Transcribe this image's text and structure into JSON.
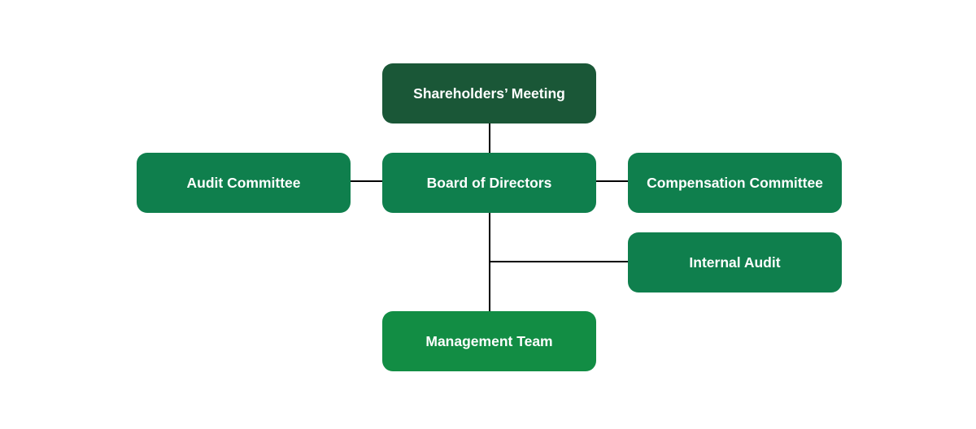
{
  "colors": {
    "top_level": "#1a5737",
    "committee": "#0f7f4d",
    "management": "#128d44",
    "connector": "#000000",
    "text": "#ffffff"
  },
  "nodes": {
    "shareholders_meeting": "Shareholders’ Meeting",
    "board_of_directors": "Board of Directors",
    "audit_committee": "Audit Committee",
    "compensation_committee": "Compensation Committee",
    "internal_audit": "Internal Audit",
    "management_team": "Management Team"
  },
  "relationships": [
    {
      "from": "Shareholders’ Meeting",
      "to": "Board of Directors"
    },
    {
      "from": "Board of Directors",
      "to": "Audit Committee"
    },
    {
      "from": "Board of Directors",
      "to": "Compensation Committee"
    },
    {
      "from": "Board of Directors",
      "to": "Internal Audit"
    },
    {
      "from": "Board of Directors",
      "to": "Management Team"
    }
  ]
}
